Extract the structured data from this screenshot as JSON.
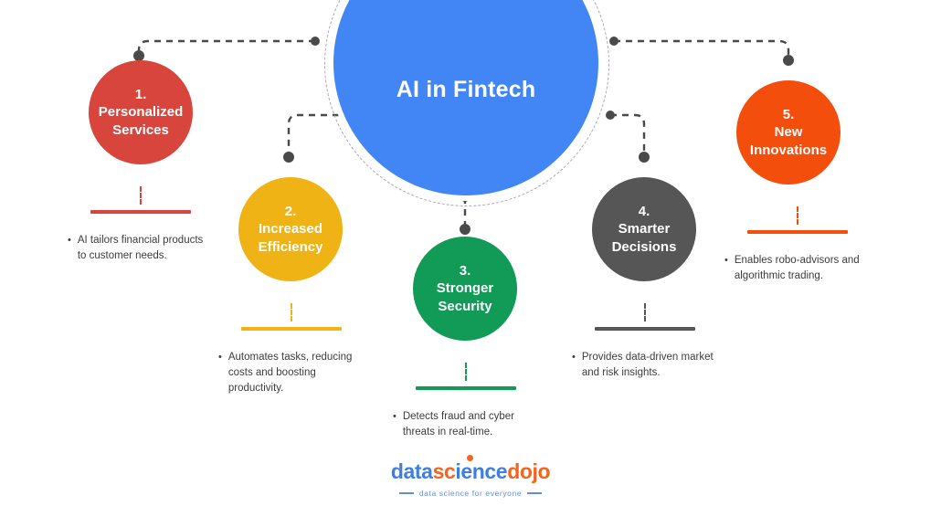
{
  "hub": {
    "title": "AI in Fintech",
    "fill": "#4285F4",
    "ring_color": "#b39ec4"
  },
  "nodes": [
    {
      "number": "1.",
      "title_line1": "Personalized",
      "title_line2": "Services",
      "color": "#D8453C",
      "detail": "AI tailors financial products to customer needs."
    },
    {
      "number": "2.",
      "title_line1": "Increased",
      "title_line2": "Efficiency",
      "color": "#F0B315",
      "detail": "Automates tasks, reducing costs and boosting productivity."
    },
    {
      "number": "3.",
      "title_line1": "Stronger",
      "title_line2": "Security",
      "color": "#119B56",
      "detail": "Detects fraud and cyber threats in real-time."
    },
    {
      "number": "4.",
      "title_line1": "Smarter",
      "title_line2": "Decisions",
      "color": "#565656",
      "detail": " Provides data-driven market and risk insights."
    },
    {
      "number": "5.",
      "title_line1": "New",
      "title_line2": "Innovations",
      "color": "#F44E0C",
      "detail": "Enables robo-advisors and algorithmic trading."
    }
  ],
  "bullet_glyph": "•",
  "connector_color": "#4a4a4a",
  "logo": {
    "part1": "data",
    "part2": "sc",
    "part3": "ience",
    "part4": "dojo",
    "tagline": "data science for everyone",
    "color_blue": "#3f7fe0",
    "color_orange": "#f4641e"
  }
}
